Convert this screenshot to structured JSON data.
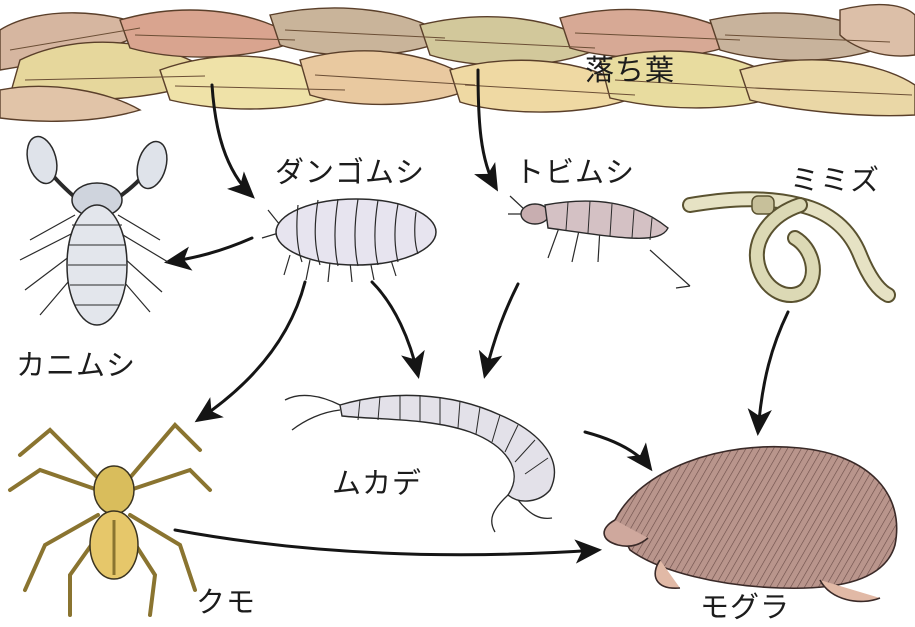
{
  "labels": {
    "leaf_litter": "落ち葉",
    "pill_bug": "ダンゴムシ",
    "springtail": "トビムシ",
    "earthworm": "ミミズ",
    "pseudoscorpion": "カニムシ",
    "spider": "クモ",
    "centipede": "ムカデ",
    "mole": "モグラ"
  },
  "food_web": [
    {
      "from": "leaf_litter",
      "to": "pill_bug"
    },
    {
      "from": "leaf_litter",
      "to": "springtail"
    },
    {
      "from": "pill_bug",
      "to": "pseudoscorpion"
    },
    {
      "from": "pill_bug",
      "to": "spider"
    },
    {
      "from": "pill_bug",
      "to": "centipede"
    },
    {
      "from": "springtail",
      "to": "centipede"
    },
    {
      "from": "earthworm",
      "to": "mole"
    },
    {
      "from": "centipede",
      "to": "mole"
    },
    {
      "from": "spider",
      "to": "mole"
    }
  ]
}
